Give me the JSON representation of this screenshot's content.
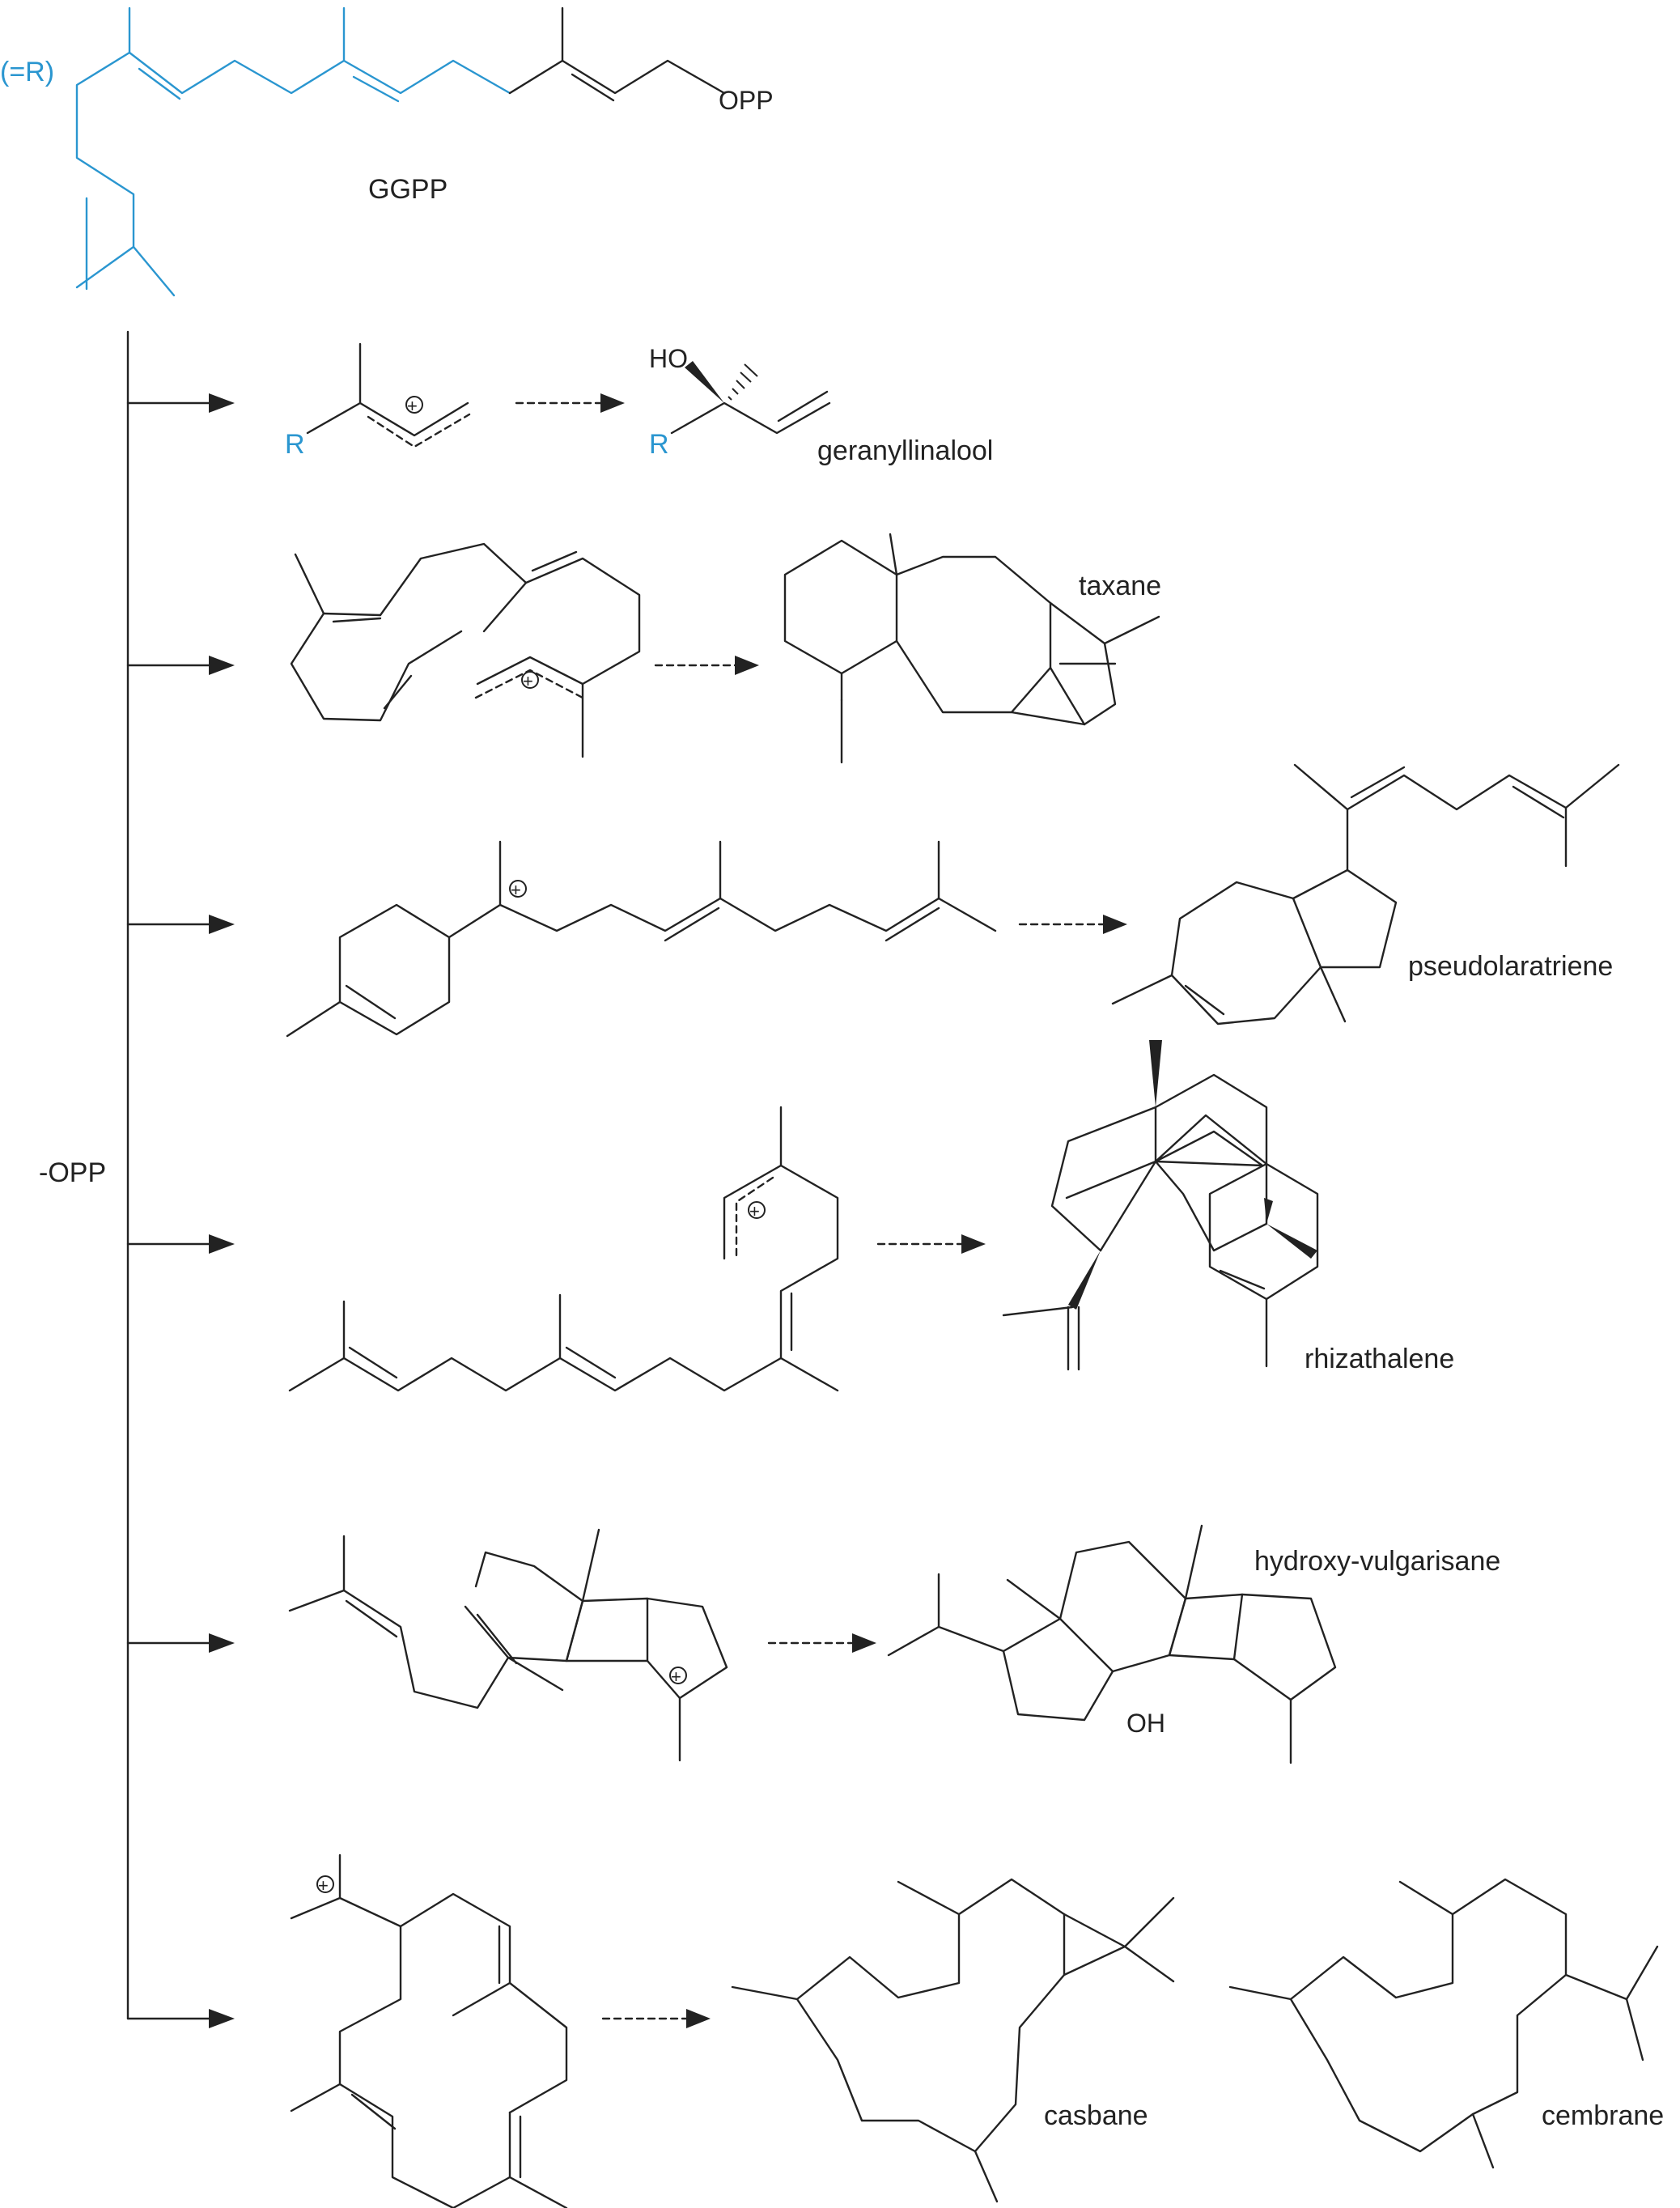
{
  "labels": {
    "r_def": "(=R)",
    "ggpp": "GGPP",
    "opp": "OPP",
    "minus_opp": "-OPP",
    "r": "R",
    "ho": "HO",
    "oh": "OH",
    "plus": "+"
  },
  "products": [
    {
      "name": "geranyllinalool"
    },
    {
      "name": "taxane"
    },
    {
      "name": "pseudolaratriene"
    },
    {
      "name": "rhizathalene"
    },
    {
      "name": "hydroxy-vulgarisane"
    },
    {
      "name": "casbane"
    },
    {
      "name": "cembrane"
    }
  ],
  "colors": {
    "ink": "#222222",
    "r_group": "#2a96d0"
  }
}
